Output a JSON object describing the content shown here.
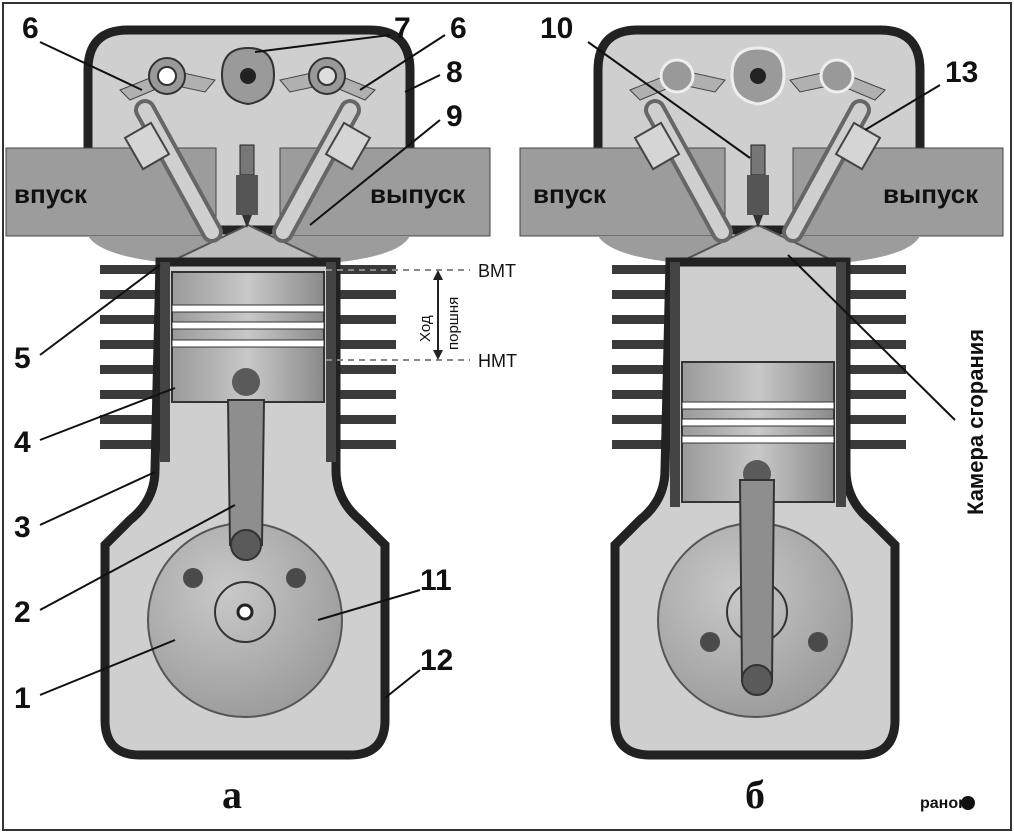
{
  "panels": [
    {
      "caption": "а",
      "port_in": "впуск",
      "port_out": "выпуск",
      "tdc": "ВМТ",
      "bdc": "НМТ",
      "stroke_1": "Ход",
      "stroke_2": "поршня"
    },
    {
      "caption": "б",
      "port_in": "впуск",
      "port_out": "выпуск",
      "chamber": "Камера сгорания"
    }
  ],
  "callouts": {
    "n1": "1",
    "n2": "2",
    "n3": "3",
    "n4": "4",
    "n5": "5",
    "n6a": "6",
    "n6b": "6",
    "n7": "7",
    "n8": "8",
    "n9": "9",
    "n10": "10",
    "n11": "11",
    "n12": "12",
    "n13": "13"
  },
  "publisher": "ранок",
  "colors": {
    "body": "#cfcfcf",
    "part": "#a8a8a8",
    "dark": "#555555",
    "outline": "#222222"
  }
}
